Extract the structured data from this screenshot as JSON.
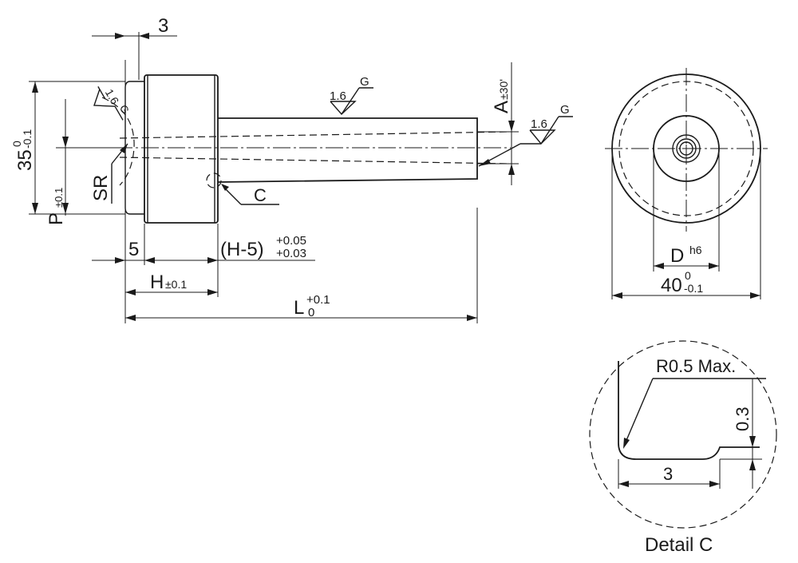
{
  "dimensions": {
    "head_width": "3",
    "height": "35",
    "height_tol_upper": "0",
    "height_tol_lower": "-0.1",
    "p": "P",
    "p_tol": "±0.1",
    "sr": "SR",
    "fillet_angle": "1.6",
    "g_mark_head": "G",
    "roughness_top": "1.6",
    "g_mark_top": "G",
    "a": "A",
    "a_tol": "±30'",
    "roughness_tip": "1.6",
    "g_mark_tip": "G",
    "detail_ref": "C",
    "shoulder": "5",
    "h_minus": "(H-5)",
    "h_minus_tol_upper": "+0.05",
    "h_minus_tol_lower": "+0.03",
    "h": "H",
    "h_tol": "±0.1",
    "l": "L",
    "l_tol_upper": "+0.1",
    "l_tol_lower": "0",
    "d": "D",
    "d_fit": "h6",
    "dia": "40",
    "dia_tol_upper": "0",
    "dia_tol_lower": "-0.1"
  },
  "detail": {
    "radius_note": "R0.5 Max.",
    "depth": "0.3",
    "length": "3",
    "caption": "Detail C"
  }
}
